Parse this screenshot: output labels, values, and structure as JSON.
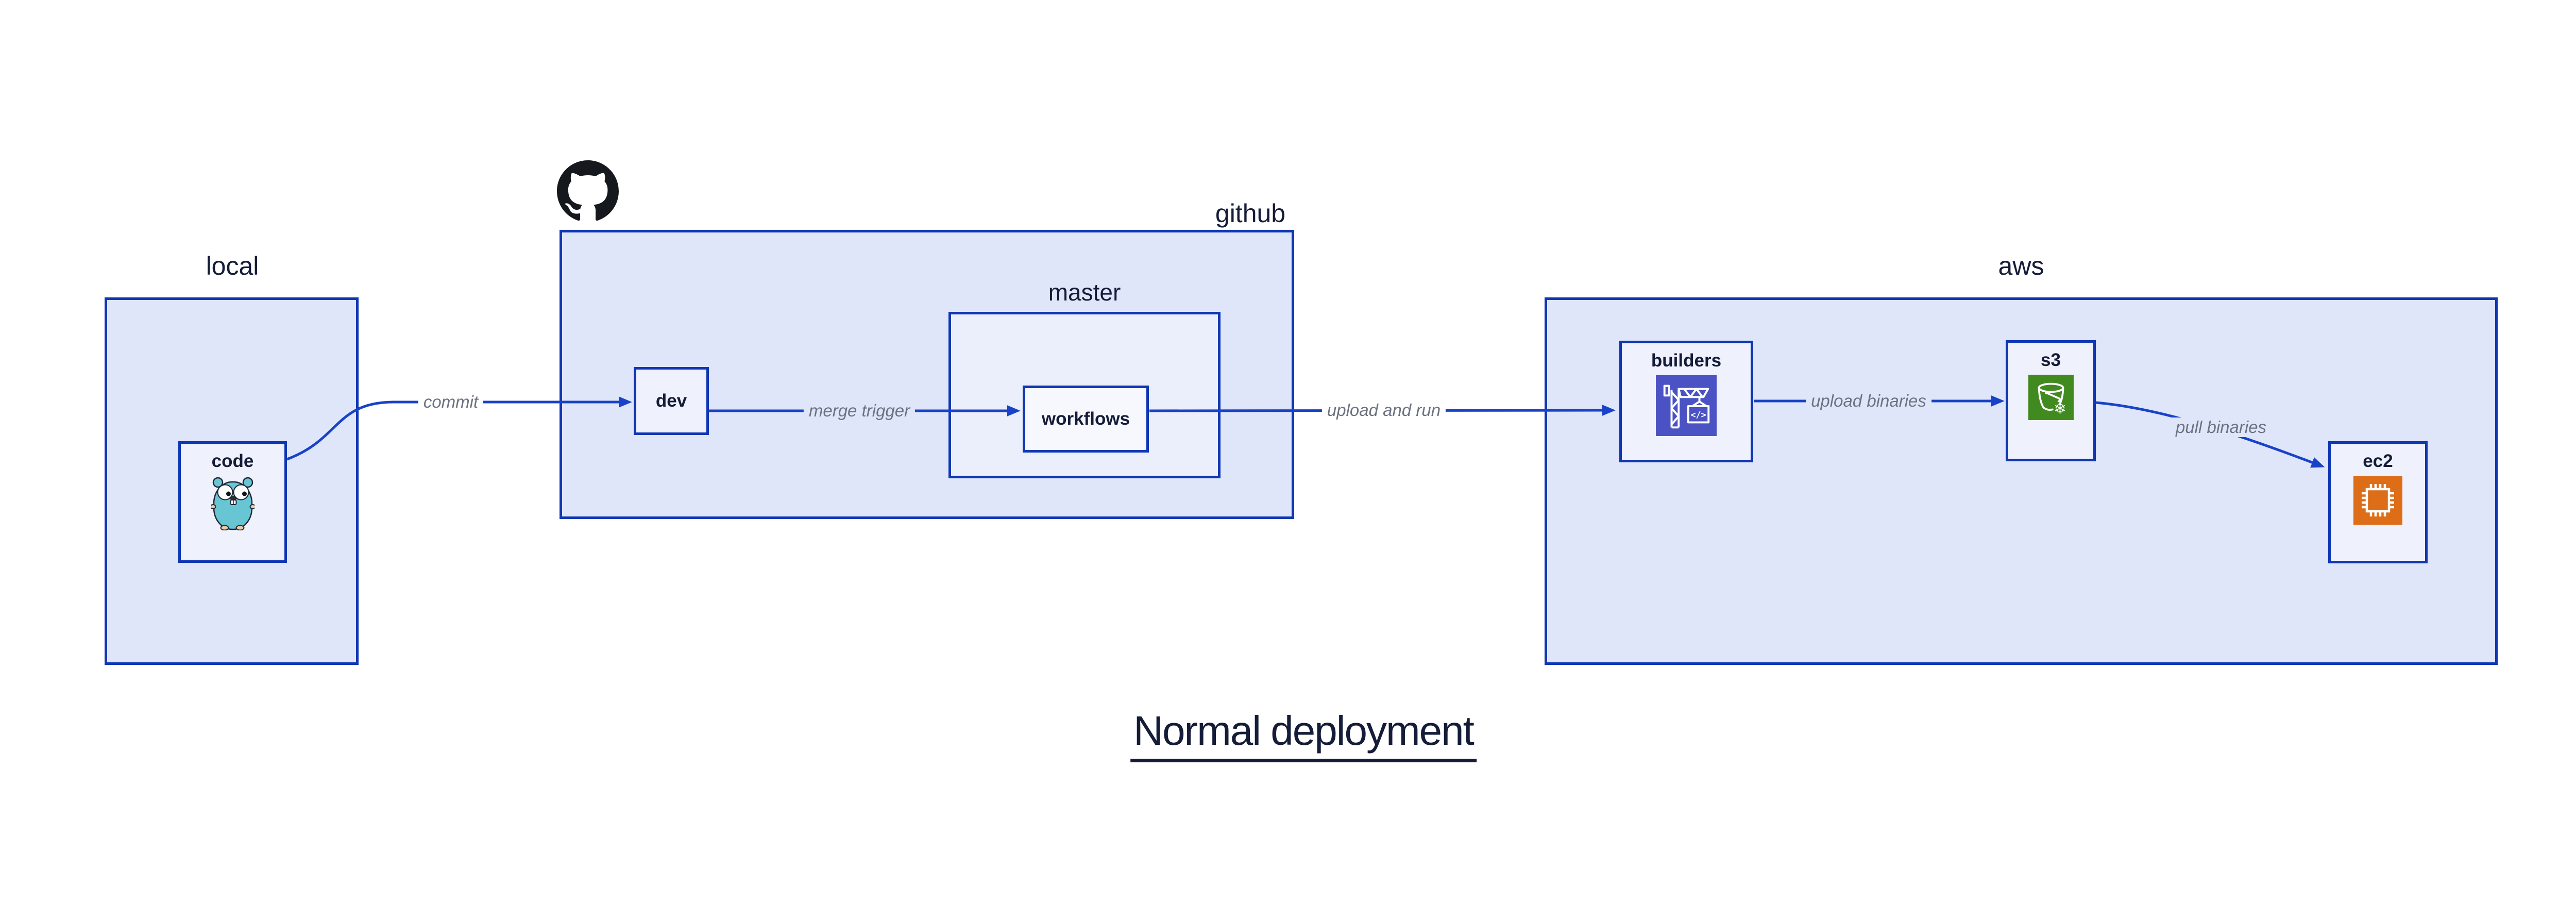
{
  "title": "Normal deployment",
  "groups": {
    "local": {
      "label": "local"
    },
    "github": {
      "label": "github"
    },
    "master": {
      "label": "master"
    },
    "aws": {
      "label": "aws"
    }
  },
  "nodes": {
    "code": {
      "label": "code",
      "icon": "go-gopher-icon"
    },
    "dev": {
      "label": "dev"
    },
    "workflows": {
      "label": "workflows"
    },
    "builders": {
      "label": "builders",
      "icon": "aws-codebuild-crane-icon"
    },
    "s3": {
      "label": "s3",
      "icon": "aws-s3-glacier-bucket-icon"
    },
    "ec2": {
      "label": "ec2",
      "icon": "aws-ec2-chip-icon"
    }
  },
  "edges": {
    "commit": {
      "label": "commit"
    },
    "merge_trigger": {
      "label": "merge trigger"
    },
    "upload_and_run": {
      "label": "upload and run"
    },
    "upload_binaries": {
      "label": "upload binaries"
    },
    "pull_binaries": {
      "label": "pull binaries"
    }
  },
  "icons": {
    "github_logo": "github-octocat-icon",
    "snowflake": "❄"
  },
  "colors": {
    "background": "#ffffff",
    "group_fill": "#dfe6fa",
    "master_fill": "#ebeffc",
    "node_fill": "#eff2fc",
    "border_blue": "#1036b4",
    "arrow_blue": "#1843c8",
    "text_navy": "#141c38",
    "edge_label_gray": "#6b7280",
    "codebuild_indigo": "#4a52c4",
    "s3_green": "#418a20",
    "ec2_orange": "#dd6e17",
    "octocat_black": "#15181d",
    "gopher_teal": "#68c6d4"
  }
}
